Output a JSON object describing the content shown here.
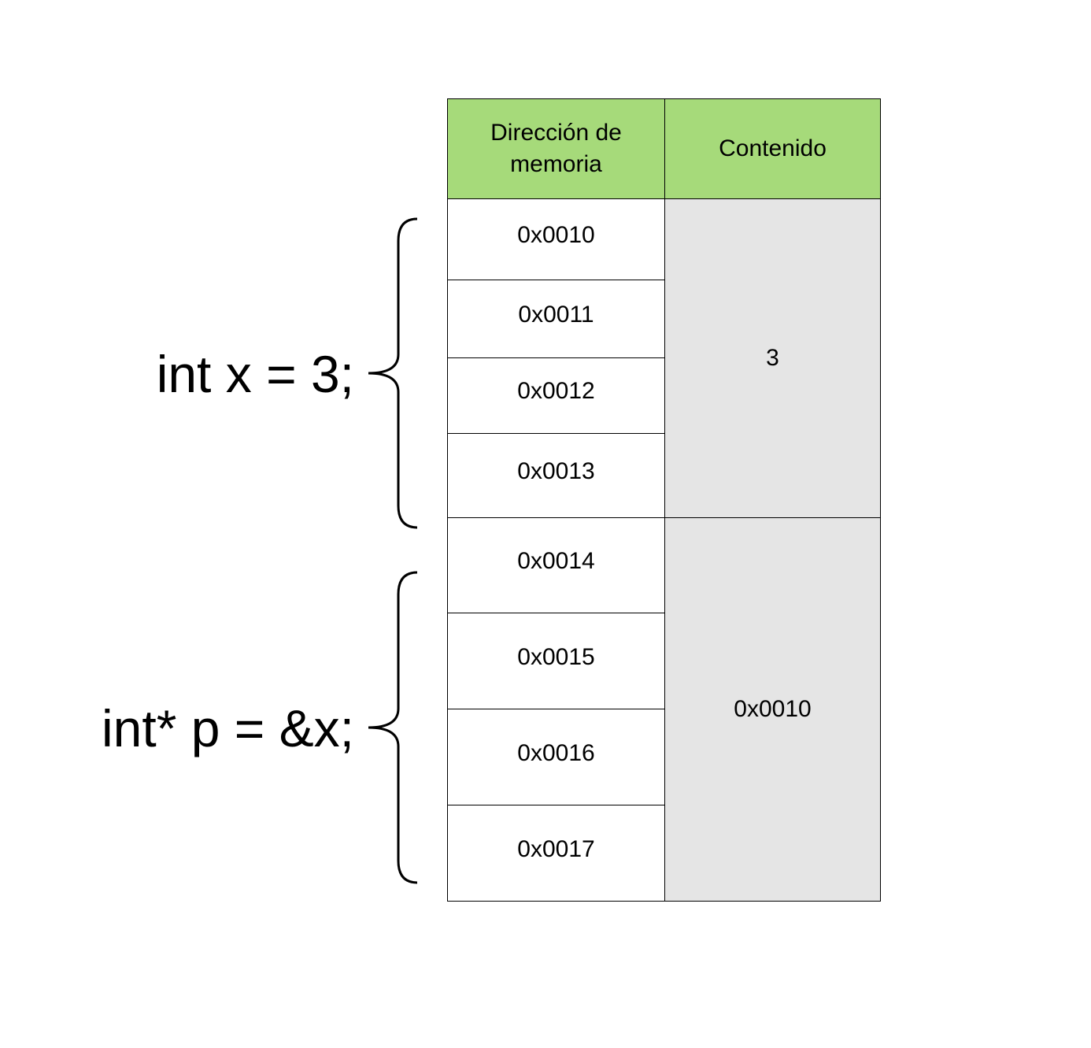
{
  "table": {
    "header": {
      "address_label": "Dirección de memoria",
      "content_label": "Contenido"
    },
    "rows": [
      {
        "address": "0x0010"
      },
      {
        "address": "0x0011"
      },
      {
        "address": "0x0012"
      },
      {
        "address": "0x0013"
      },
      {
        "address": "0x0014"
      },
      {
        "address": "0x0015"
      },
      {
        "address": "0x0016"
      },
      {
        "address": "0x0017"
      }
    ],
    "contents": [
      {
        "value": "3"
      },
      {
        "value": "0x0010"
      }
    ]
  },
  "declarations": [
    {
      "code": "int x = 3;"
    },
    {
      "code": "int* p = &x;"
    }
  ],
  "colors": {
    "header_fill": "#a6da7a",
    "content_fill": "#e5e5e5",
    "address_fill": "#ffffff",
    "border": "#000000"
  }
}
